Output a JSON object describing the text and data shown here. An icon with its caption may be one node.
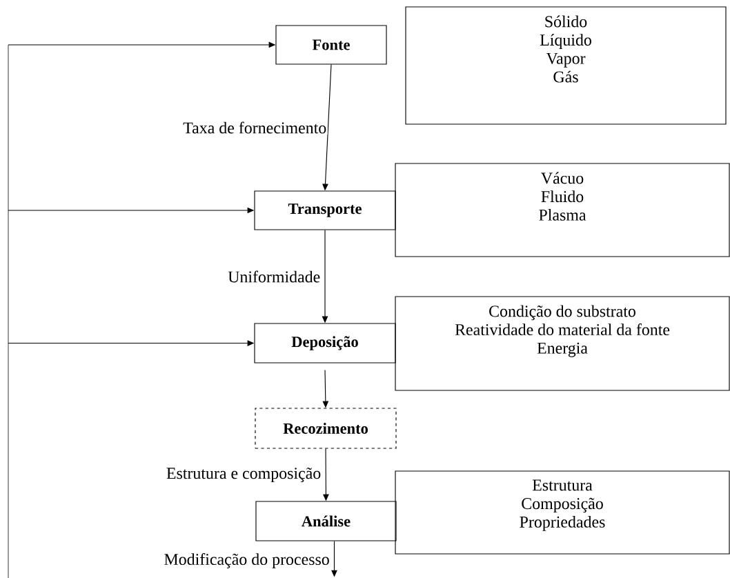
{
  "diagram": {
    "nodes": [
      {
        "text": [
          "Fonte"
        ]
      },
      {
        "text": [
          "Sólido",
          "Líquido",
          "Vapor",
          "Gás"
        ]
      },
      {
        "text": [
          "Transporte"
        ]
      },
      {
        "text": [
          "Vácuo",
          "Fluido",
          "Plasma"
        ]
      },
      {
        "text": [
          "Deposição"
        ]
      },
      {
        "text": [
          "Condição do substrato",
          "Reatividade do material da fonte",
          "Energia"
        ]
      },
      {
        "text": [
          "Recozimento"
        ]
      },
      {
        "text": [
          "Análise"
        ]
      },
      {
        "text": [
          "Estrutura",
          "Composição",
          "Propriedades"
        ]
      }
    ],
    "edges": [
      {
        "from": 0,
        "to": 2,
        "arrow": "to",
        "label": "Taxa de fornecimento"
      },
      {
        "from": 2,
        "to": 4,
        "arrow": "to",
        "label": "Uniformidade"
      },
      {
        "from": 4,
        "to": 6,
        "arrow": "to"
      },
      {
        "from": 6,
        "to": 7,
        "arrow": "to",
        "label": "Estrutura e composição"
      },
      {
        "from": 7,
        "to": null,
        "arrow": "to",
        "label": "Modificação do processo"
      },
      {
        "from": null,
        "to": 0,
        "arrow": "to"
      },
      {
        "from": null,
        "to": 2,
        "arrow": "to"
      },
      {
        "from": null,
        "to": 4,
        "arrow": "to"
      }
    ]
  }
}
